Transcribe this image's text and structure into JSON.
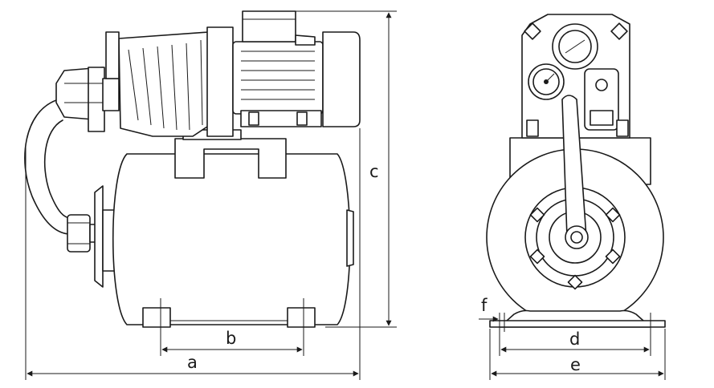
{
  "figure": {
    "views": [
      "side-view",
      "front-view"
    ],
    "dimension_labels": {
      "a": "a",
      "b": "b",
      "c": "c",
      "d": "d",
      "e": "e",
      "f": "f"
    },
    "colors": {
      "line": "#1a1a1a",
      "background": "#ffffff"
    }
  }
}
